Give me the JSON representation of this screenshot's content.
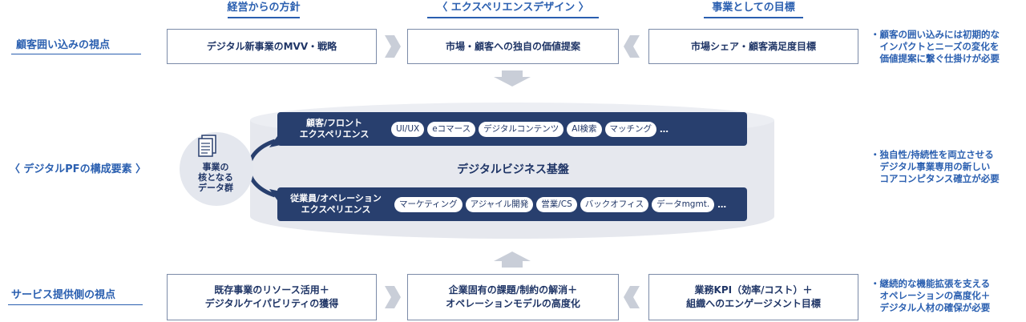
{
  "columns": {
    "management": "経営からの方針",
    "experience": "〈 エクスペリエンスデザイン 〉",
    "goals": "事業としての目標"
  },
  "rows": {
    "customer": {
      "label": "顧客囲い込みの視点",
      "box1": "デジタル新事業のMVV・戦略",
      "box2": "市場・顧客への独自の価値提案",
      "box3": "市場シェア・顧客満足度目標",
      "note": "・顧客の囲い込みには初期的な\n　インパクトとニーズの変化を\n　価値提案に繋ぐ仕掛けが必要"
    },
    "digital": {
      "label": "〈 デジタルPFの構成要素 〉",
      "note": "・独自性/持続性を両立させる\n　デジタル事業専用の新しい\n　コアコンピタンス確立が必要"
    },
    "service": {
      "label": "サービス提供側の視点",
      "box1": "既存事業のリソース活用＋\nデジタルケイパビリティの獲得",
      "box2": "企業固有の課題/制約の解消＋\nオペレーションモデルの高度化",
      "box3": "業務KPI（効率/コスト）＋\n組織へのエンゲージメント目標",
      "note": "・継続的な機能拡張を支える\n　オペレーションの高度化＋\n　デジタル人材の確保が必要"
    }
  },
  "platform": {
    "title": "デジタルビジネス基盤",
    "data_label": "事業の\n核となる\nデータ群",
    "front": {
      "title": "顧客/フロント\nエクスペリエンス",
      "items": [
        "UI/UX",
        "eコマース",
        "デジタルコンテンツ",
        "AI検索",
        "マッチング"
      ],
      "more": "…"
    },
    "back": {
      "title": "従業員/オペレーション\nエクスペリエンス",
      "items": [
        "マーケティング",
        "アジャイル開発",
        "営業/CS",
        "バックオフィス",
        "データmgmt."
      ],
      "more": "…"
    }
  },
  "colors": {
    "accent": "#2a5fb0",
    "navy": "#283f6e",
    "arrow": "#c9ced8",
    "cylinder": "#e6e8ee"
  }
}
